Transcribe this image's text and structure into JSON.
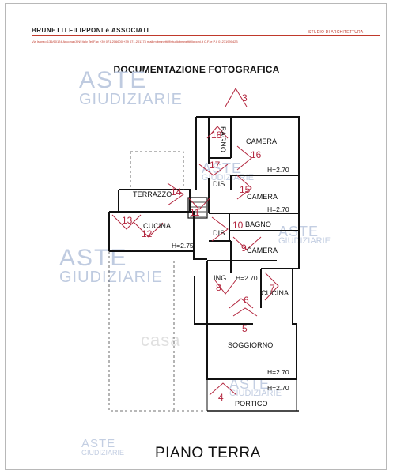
{
  "header": {
    "firm": "BRUNETTI FILIPPONI e ASSOCIATI",
    "subtitle": "STUDIO DI ARCHITETTURA",
    "address": "Via Isonzo 136/60124 Ancona (AN) Italy Tel/Fax +39 071.206600 +39 071.201173 mail m.brunetti@studiobrunettifilipponi.it C.F. e P.I. 01231990423"
  },
  "title": "DOCUMENTAZIONE FOTOGRAFICA",
  "footer": {
    "floor": "PIANO TERRA"
  },
  "watermark": {
    "line1": "ASTE",
    "line2": "GIUDIZIARIE",
    "casa": "casa"
  },
  "rooms": {
    "bagno_top": "BAGNO",
    "camera1": "CAMERA",
    "camera2": "CAMERA",
    "dis1": "DIS.",
    "dis2": "DIS.",
    "terrazzo": "TERRAZZO",
    "cucina1": "CUCINA",
    "bagno2": "BAGNO",
    "camera3": "CAMERA",
    "ing": "ING.",
    "cucina2": "CUCINA",
    "soggiorno": "SOGGIORNO",
    "portico": "PORTICO"
  },
  "heights": {
    "h1": "H=2.70",
    "h2": "H=2.70",
    "h3": "H=2.75",
    "h4": "H=2.70",
    "h5": "H=2.70",
    "h6": "H=2.70"
  },
  "photo_points": [
    "3",
    "18",
    "16",
    "17",
    "15",
    "14",
    "11",
    "13",
    "12",
    "10",
    "9",
    "8",
    "7",
    "6",
    "5",
    "4"
  ],
  "colors": {
    "accent": "#b3263e",
    "watermark": "#bfcbe0"
  }
}
